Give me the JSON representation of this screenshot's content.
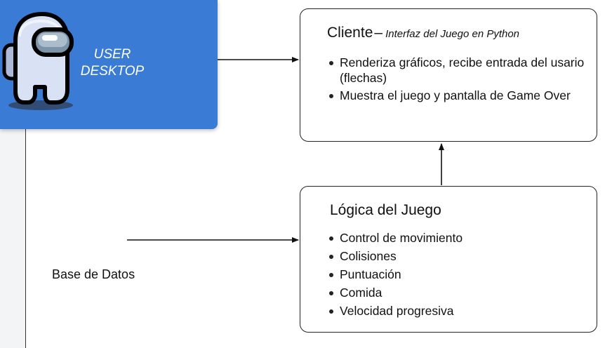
{
  "user_card": {
    "line1": "USER",
    "line2": "DESKTOP"
  },
  "cliente": {
    "title": "Cliente",
    "dash": "–",
    "subtitle": "Interfaz del Juego en Python",
    "bullets": [
      "Renderiza gráficos, recibe entrada del  usario (flechas)",
      "Muestra el juego y pantalla de Game Over"
    ]
  },
  "logica": {
    "title": "Lógica del Juego",
    "bullets": [
      "Control de movimiento",
      "Colisiones",
      "Puntuación",
      "Comida",
      "Velocidad progresiva"
    ]
  },
  "base_datos": {
    "label": "Base de Datos"
  }
}
